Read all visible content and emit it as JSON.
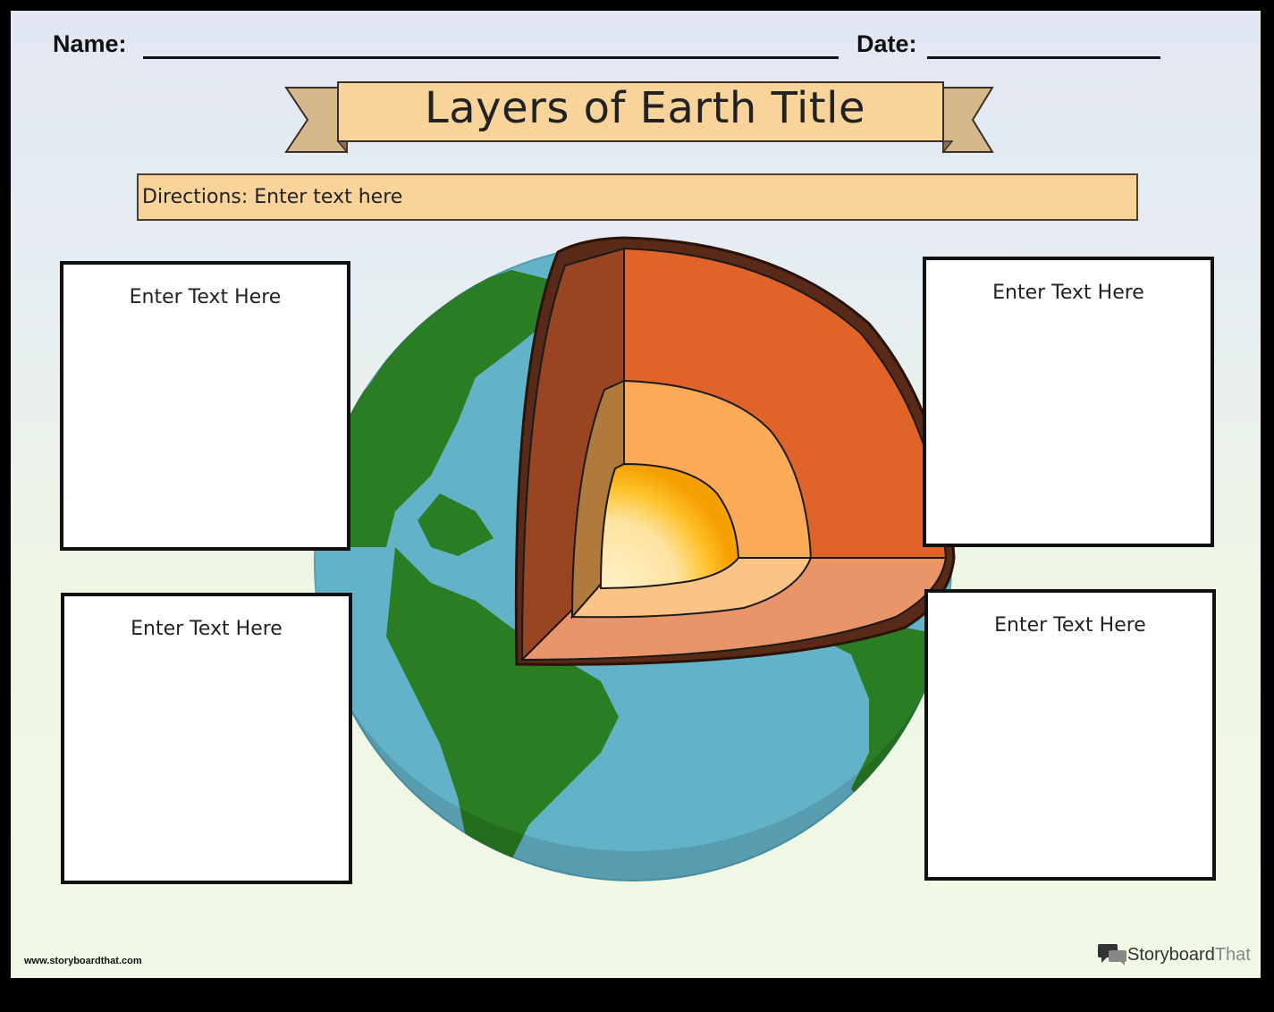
{
  "header": {
    "name_label": "Name:",
    "date_label": "Date:"
  },
  "title": "Layers of Earth Title",
  "directions": "Directions: Enter text here",
  "boxes": {
    "top_left": "Enter Text Here",
    "bottom_left": "Enter Text Here",
    "top_right": "Enter Text Here",
    "bottom_right": "Enter Text Here"
  },
  "footer": {
    "url": "www.storyboardthat.com",
    "brand_part1": "Storyboard",
    "brand_part2": "That"
  },
  "colors": {
    "ocean": "#63b3c8",
    "land": "#2a7d22",
    "crust": "#5a2a18",
    "mantle": "#e0642a",
    "outer_core": "#fbab58",
    "inner_core": "#fec32c",
    "ribbon": "#f8d39a",
    "ribbon_tail": "#d6b98b"
  }
}
